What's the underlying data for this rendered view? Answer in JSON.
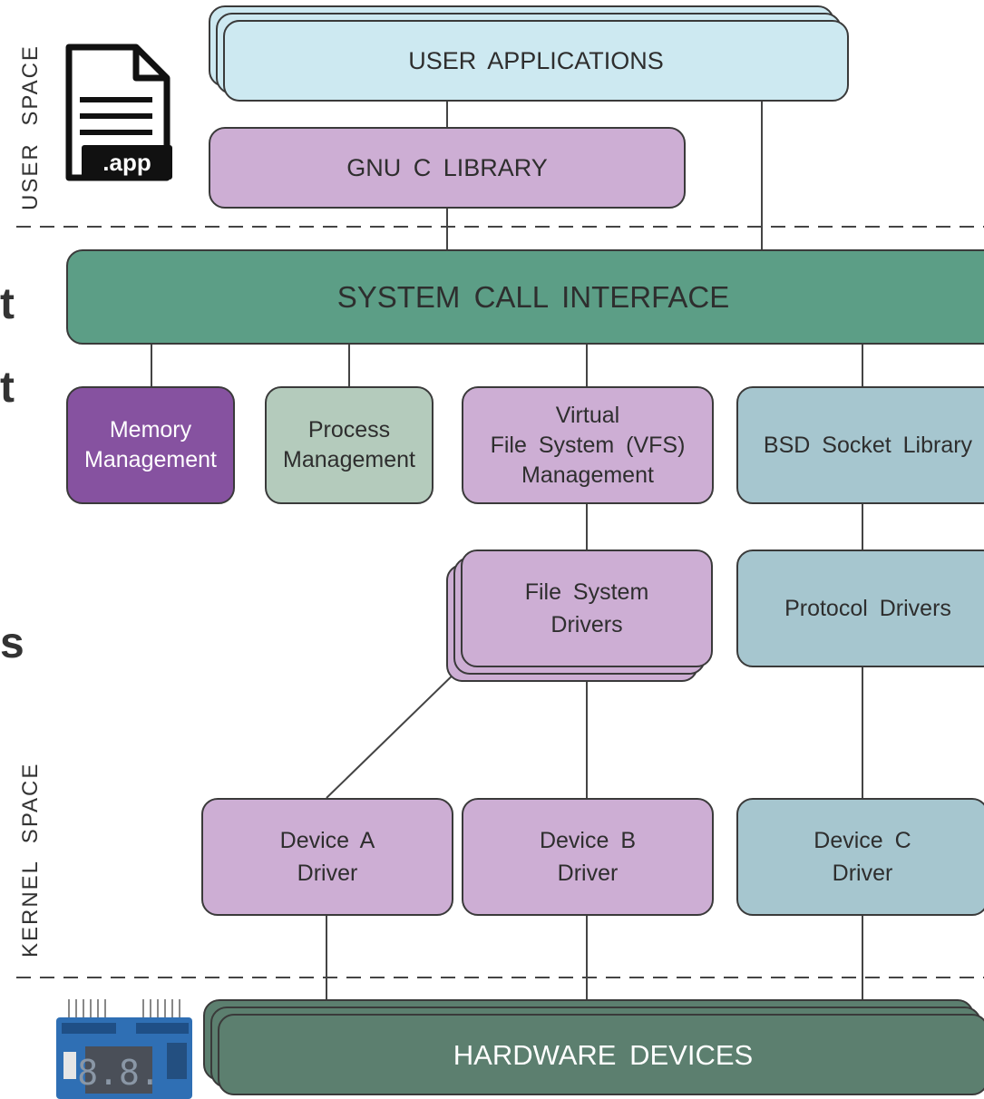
{
  "side_labels": {
    "user_space": "USER SPACE",
    "kernel_space": "KERNEL SPACE"
  },
  "app_icon": {
    "icon": "file-icon",
    "tag": ".app"
  },
  "board_icon": {
    "icon": "circuit-board-icon",
    "display": "8.8."
  },
  "cut_text": [
    "t",
    "t",
    "s"
  ],
  "boxes": {
    "user_applications": "USER APPLICATIONS",
    "gnu_c_library": "GNU C LIBRARY",
    "system_call_interface": "SYSTEM CALL INTERFACE",
    "memory_management": "Memory\nManagement",
    "process_management": "Process\nManagement",
    "vfs_management": "Virtual\nFile System (VFS)\nManagement",
    "bsd_socket_library": "BSD Socket Library",
    "file_system_drivers": "File System\nDrivers",
    "protocol_drivers": "Protocol Drivers",
    "device_a_driver": "Device A\nDriver",
    "device_b_driver": "Device B\nDriver",
    "device_c_driver": "Device C\nDriver",
    "hardware_devices": "HARDWARE DEVICES"
  },
  "colors": {
    "user_applications": "#cde9f1",
    "lavender": "#cdaed4",
    "system_call": "#5c9e86",
    "memory": "#8652a0",
    "process": "#b4cbbc",
    "steel_blue": "#a6c6cf",
    "hardware": "#5c7f6f"
  }
}
